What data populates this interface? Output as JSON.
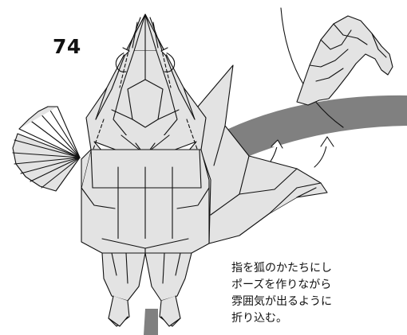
{
  "step": {
    "number": "74"
  },
  "instruction": {
    "lines": [
      "指を狐のかたちにし",
      "ポーズを作りながら",
      "雰囲気が出るように",
      "折り込む。"
    ]
  },
  "colors": {
    "paper_fill": "#e3e3e3",
    "line": "#111111",
    "shadow_band": "#808080",
    "background": "#ffffff"
  },
  "icons": [
    "rotate-arrow-icon",
    "fold-arrow-icon"
  ]
}
